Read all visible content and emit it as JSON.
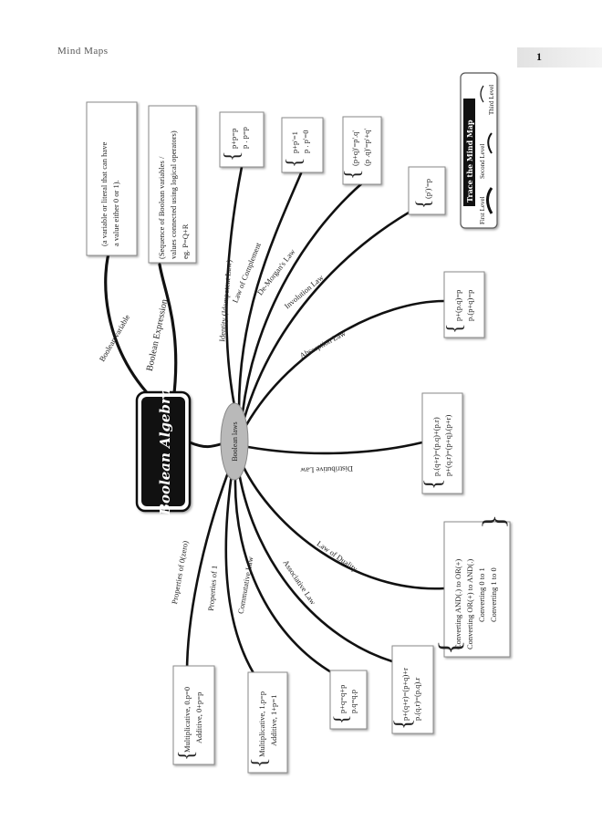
{
  "page": {
    "running_head": "Mind Maps",
    "page_number": "1"
  },
  "central": {
    "title": "Boolean Algebra",
    "hub": "Boolean laws"
  },
  "upper_branches": {
    "variable": {
      "label": "Boolean variable",
      "lines": [
        "(a variable or literal that can have",
        "a value either 0 or 1)."
      ]
    },
    "expression": {
      "label": "Boolean Expression",
      "lines": [
        "(Sequence of Boolean variables /",
        "values connected using logical operators)",
        "eg. P=Q+R"
      ]
    }
  },
  "laws": {
    "idempotent": {
      "label": "Identity (Idempotent Law)",
      "lines": [
        "p+p=p",
        "p . p=p"
      ]
    },
    "complement": {
      "label": "Law of Complement",
      "lines": [
        "p+p'=1",
        "p . p'=0"
      ]
    },
    "demorgan": {
      "label": "De-Morgan's Law",
      "lines": [
        "(p+q)'=p'.q'",
        "(p .q)'=p'+q'"
      ]
    },
    "involution": {
      "label": "Involution Law",
      "lines": [
        "(p')'=p"
      ]
    },
    "absorption": {
      "label": "Absorption Law",
      "lines": [
        "p+(p.q)=p",
        "p.(p+q)=p"
      ]
    },
    "distributive": {
      "label": "Distributive Law",
      "lines": [
        "p.(q+r)=(p.q)+(p.r)",
        "p+(q.r)=(p+q).(p+r)"
      ]
    },
    "duality": {
      "label": "Law of Duality",
      "lines": [
        "Converting AND(.) to OR(+)",
        "Converting OR(+) to AND(.)",
        "Converting 0 to 1",
        "Converting 1 to 0"
      ]
    },
    "associative": {
      "label": "Associative Law",
      "lines": [
        "p+(q+r)=(p+q)+r",
        "p.(q.r)=(p.q).r"
      ]
    },
    "commutative": {
      "label": "Commutative Law",
      "lines": [
        "p+q=q+p",
        "p.q=q.p"
      ]
    },
    "properties_one": {
      "label": "Properties of 1",
      "lines": [
        "Multiplicative, 1.p=p",
        "Additive, 1+p=1"
      ]
    },
    "properties_zero": {
      "label": "Properties of 0(zero)",
      "lines": [
        "Multiplicative, 0.p=0",
        "Additive, 0+p=p"
      ]
    }
  },
  "legend": {
    "title": "Trace the  Mind Map",
    "levels": [
      "First Level",
      "Second Level",
      "Third Level"
    ]
  }
}
